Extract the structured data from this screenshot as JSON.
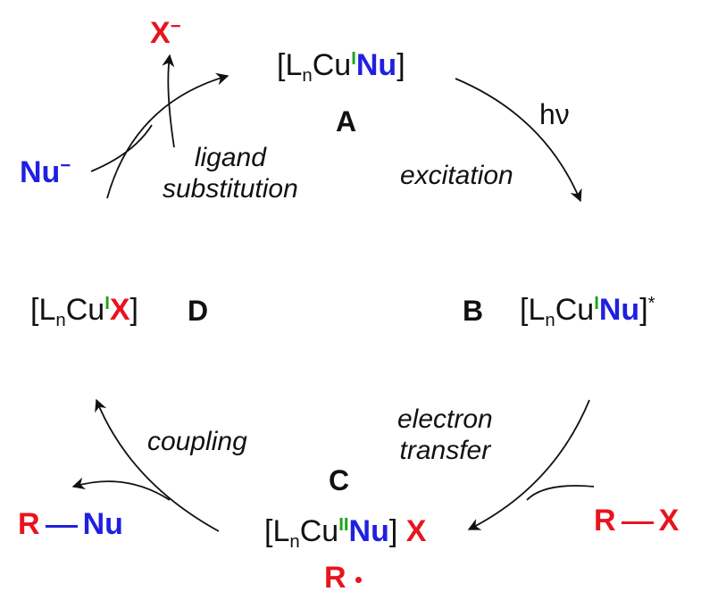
{
  "complex_A": {
    "L": "L",
    "n": "n",
    "Cu": "Cu",
    "ox": "I",
    "ligand": "Nu",
    "letter": "A"
  },
  "complex_B": {
    "L": "L",
    "n": "n",
    "Cu": "Cu",
    "ox": "I",
    "ligand": "Nu",
    "star": "*",
    "letter": "B"
  },
  "complex_C": {
    "L": "L",
    "n": "n",
    "Cu": "Cu",
    "ox": "II",
    "ligand": "Nu",
    "counter": "X",
    "letter": "C"
  },
  "complex_D": {
    "L": "L",
    "n": "n",
    "Cu": "Cu",
    "ox": "I",
    "ligand": "X",
    "letter": "D"
  },
  "steps": {
    "hv": "hν",
    "excitation": "excitation",
    "electron_transfer_1": "electron",
    "electron_transfer_2": "transfer",
    "coupling": "coupling",
    "ligand_substitution_1": "ligand",
    "ligand_substitution_2": "substitution"
  },
  "species": {
    "x_minus": "X",
    "x_minus_charge": "−",
    "nu_minus": "Nu",
    "nu_minus_charge": "−",
    "rx_R": "R",
    "rx_X": "X",
    "rnu_R": "R",
    "rnu_Nu": "Nu",
    "radical_R": "R"
  },
  "colors": {
    "nucleophile": "#2020e0",
    "halide_radical": "#e8141e",
    "oxidation_state": "#1aa51a",
    "text": "#111111"
  }
}
